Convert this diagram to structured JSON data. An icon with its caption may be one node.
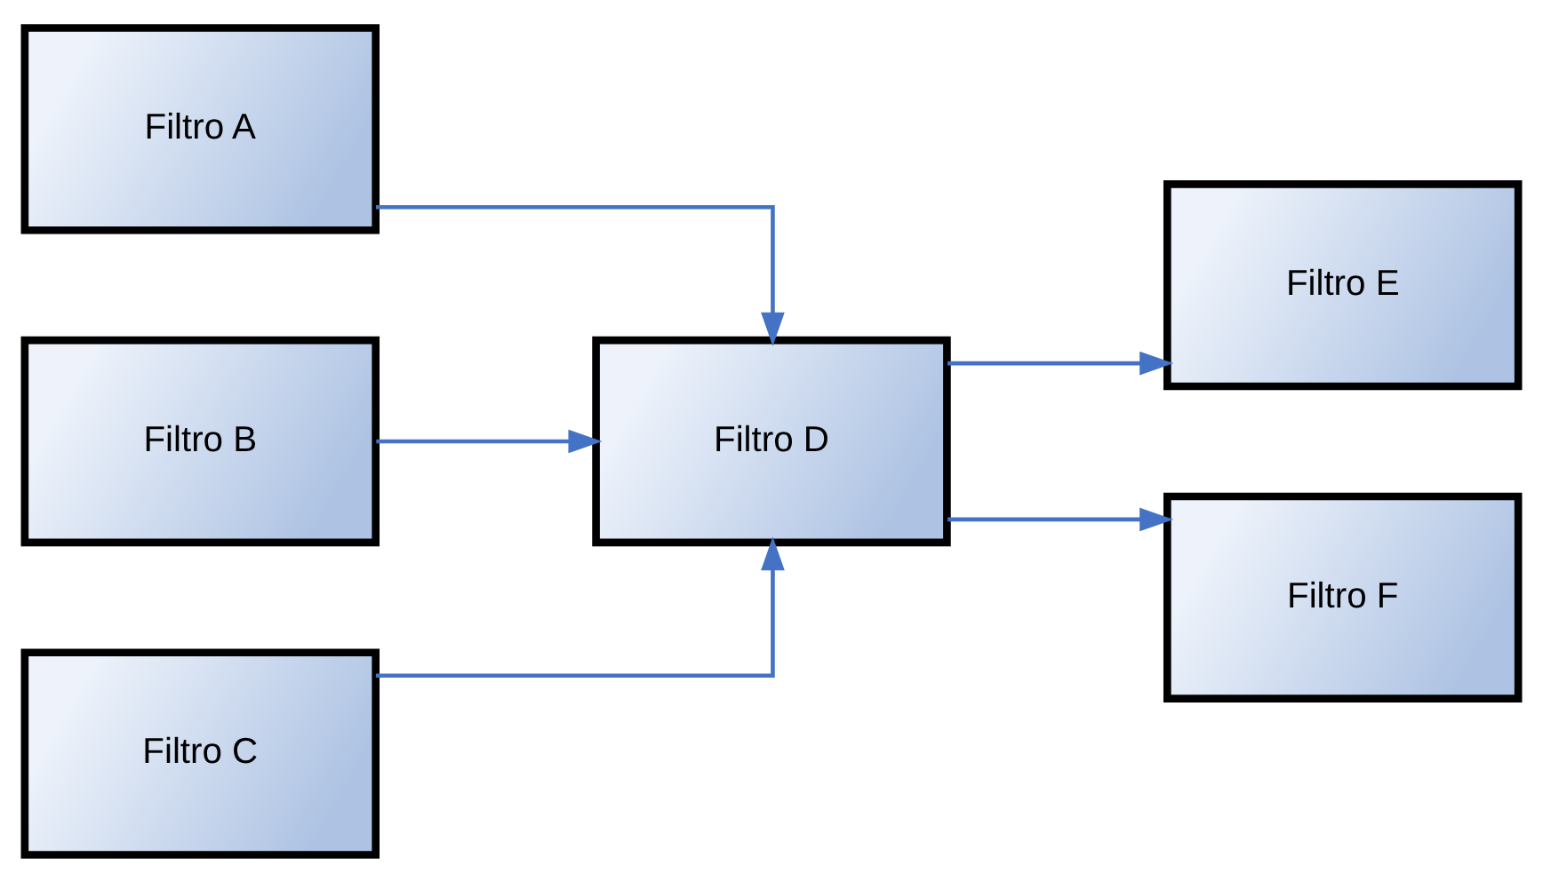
{
  "diagram": {
    "nodes": [
      {
        "text": [
          "Filtro A"
        ]
      },
      {
        "text": [
          "Filtro B"
        ]
      },
      {
        "text": [
          "Filtro C"
        ]
      },
      {
        "text": [
          "Filtro D"
        ]
      },
      {
        "text": [
          "Filtro E"
        ]
      },
      {
        "text": [
          "Filtro F"
        ]
      }
    ],
    "edges": [
      {
        "from": 0,
        "to": 3,
        "arrow": "to"
      },
      {
        "from": 1,
        "to": 3,
        "arrow": "to"
      },
      {
        "from": 2,
        "to": 3,
        "arrow": "to"
      },
      {
        "from": 3,
        "to": 4,
        "arrow": "to"
      },
      {
        "from": 3,
        "to": 5,
        "arrow": "to"
      }
    ]
  }
}
